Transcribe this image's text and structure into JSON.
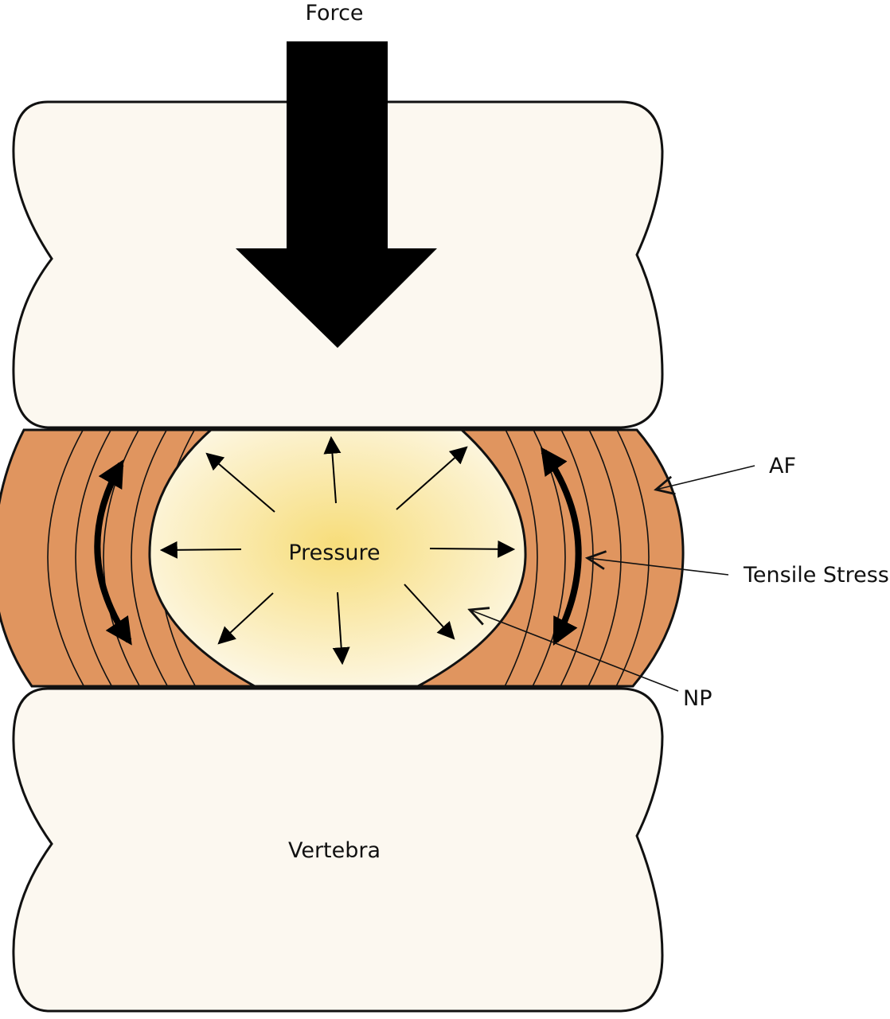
{
  "labels": {
    "force": "Force",
    "pressure": "Pressure",
    "af": "AF",
    "tensile_stress": "Tensile Stress",
    "np": "NP",
    "vertebra": "Vertebra"
  },
  "colors": {
    "vertebra_fill": "#fcf8f0",
    "outline": "#111111",
    "annulus_fill": "#e0955f",
    "nucleus_center": "#f7dd7a",
    "nucleus_edge": "#fdf8e8",
    "arrow": "#000000"
  },
  "icons": {
    "force_arrow": "large-down-arrow",
    "pressure_arrows": "radial-arrows",
    "tensile_arrows": "curved-double-headed-arrows"
  }
}
